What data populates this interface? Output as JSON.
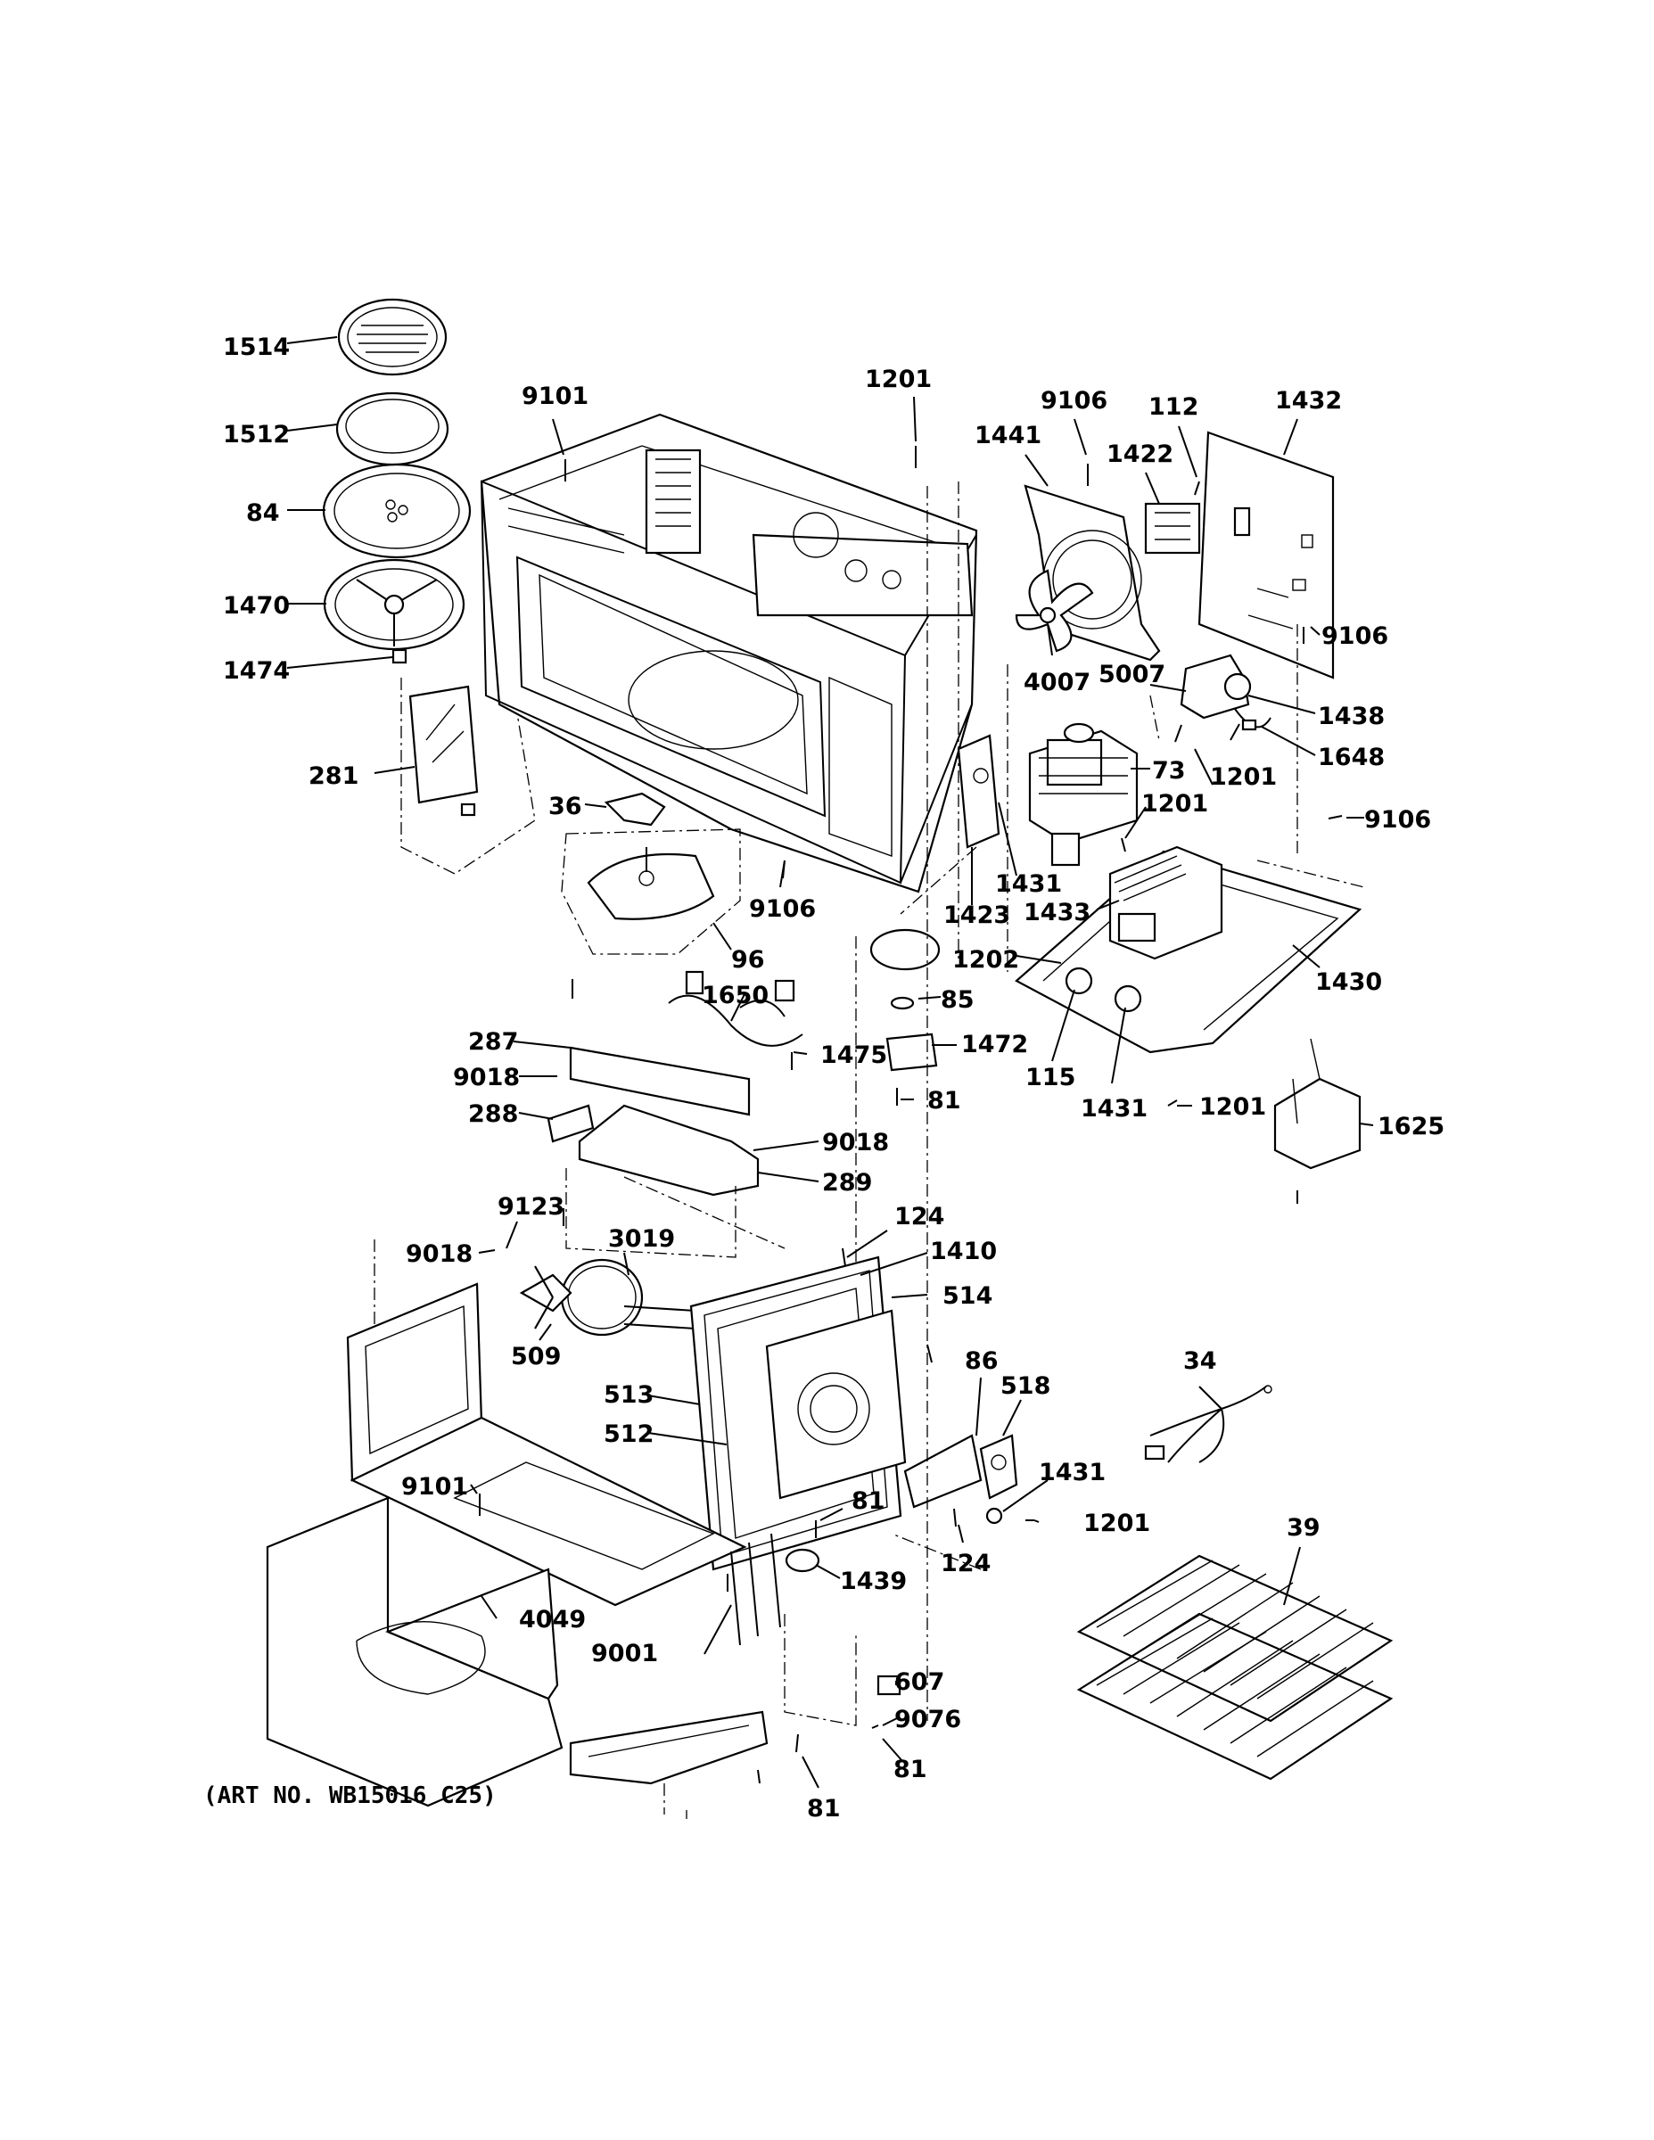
{
  "diagram": {
    "art_number": "(ART NO. WB15016 C25)",
    "callouts": [
      {
        "id": "c1514",
        "text": "1514"
      },
      {
        "id": "c1512",
        "text": "1512"
      },
      {
        "id": "c84",
        "text": "84"
      },
      {
        "id": "c1470",
        "text": "1470"
      },
      {
        "id": "c1474",
        "text": "1474"
      },
      {
        "id": "c281",
        "text": "281"
      },
      {
        "id": "c9101a",
        "text": "9101"
      },
      {
        "id": "c1201a",
        "text": "1201"
      },
      {
        "id": "c9106a",
        "text": "9106"
      },
      {
        "id": "c112",
        "text": "112"
      },
      {
        "id": "c1432",
        "text": "1432"
      },
      {
        "id": "c1441",
        "text": "1441"
      },
      {
        "id": "c1422",
        "text": "1422"
      },
      {
        "id": "c9106b",
        "text": "9106"
      },
      {
        "id": "c4007",
        "text": "4007"
      },
      {
        "id": "c5007",
        "text": "5007"
      },
      {
        "id": "c1438",
        "text": "1438"
      },
      {
        "id": "c1648",
        "text": "1648"
      },
      {
        "id": "c73",
        "text": "73"
      },
      {
        "id": "c1201b",
        "text": "1201"
      },
      {
        "id": "c1201c",
        "text": "1201"
      },
      {
        "id": "c9106c",
        "text": "9106"
      },
      {
        "id": "c36",
        "text": "36"
      },
      {
        "id": "c9106d",
        "text": "9106"
      },
      {
        "id": "c1431a",
        "text": "1431"
      },
      {
        "id": "c1423",
        "text": "1423"
      },
      {
        "id": "c1433",
        "text": "1433"
      },
      {
        "id": "c96",
        "text": "96"
      },
      {
        "id": "c1202",
        "text": "1202"
      },
      {
        "id": "c1430",
        "text": "1430"
      },
      {
        "id": "c1650",
        "text": "1650"
      },
      {
        "id": "c85",
        "text": "85"
      },
      {
        "id": "c287",
        "text": "287"
      },
      {
        "id": "c1475",
        "text": "1475"
      },
      {
        "id": "c1472",
        "text": "1472"
      },
      {
        "id": "c9018a",
        "text": "9018"
      },
      {
        "id": "c115",
        "text": "115"
      },
      {
        "id": "c81a",
        "text": "81"
      },
      {
        "id": "c1431b",
        "text": "1431"
      },
      {
        "id": "c1201d",
        "text": "1201"
      },
      {
        "id": "c288",
        "text": "288"
      },
      {
        "id": "c9018b",
        "text": "9018"
      },
      {
        "id": "c1625",
        "text": "1625"
      },
      {
        "id": "c289",
        "text": "289"
      },
      {
        "id": "c9123",
        "text": "9123"
      },
      {
        "id": "c124a",
        "text": "124"
      },
      {
        "id": "c3019",
        "text": "3019"
      },
      {
        "id": "c9018c",
        "text": "9018"
      },
      {
        "id": "c1410",
        "text": "1410"
      },
      {
        "id": "c514",
        "text": "514"
      },
      {
        "id": "c509",
        "text": "509"
      },
      {
        "id": "c34",
        "text": "34"
      },
      {
        "id": "c86",
        "text": "86"
      },
      {
        "id": "c518",
        "text": "518"
      },
      {
        "id": "c513",
        "text": "513"
      },
      {
        "id": "c512",
        "text": "512"
      },
      {
        "id": "c1431c",
        "text": "1431"
      },
      {
        "id": "c9101b",
        "text": "9101"
      },
      {
        "id": "c81b",
        "text": "81"
      },
      {
        "id": "c1201e",
        "text": "1201"
      },
      {
        "id": "c39",
        "text": "39"
      },
      {
        "id": "c124b",
        "text": "124"
      },
      {
        "id": "c1439",
        "text": "1439"
      },
      {
        "id": "c4049",
        "text": "4049"
      },
      {
        "id": "c9001",
        "text": "9001"
      },
      {
        "id": "c607",
        "text": "607"
      },
      {
        "id": "c9076",
        "text": "9076"
      },
      {
        "id": "c81c",
        "text": "81"
      },
      {
        "id": "c81d",
        "text": "81"
      }
    ]
  }
}
